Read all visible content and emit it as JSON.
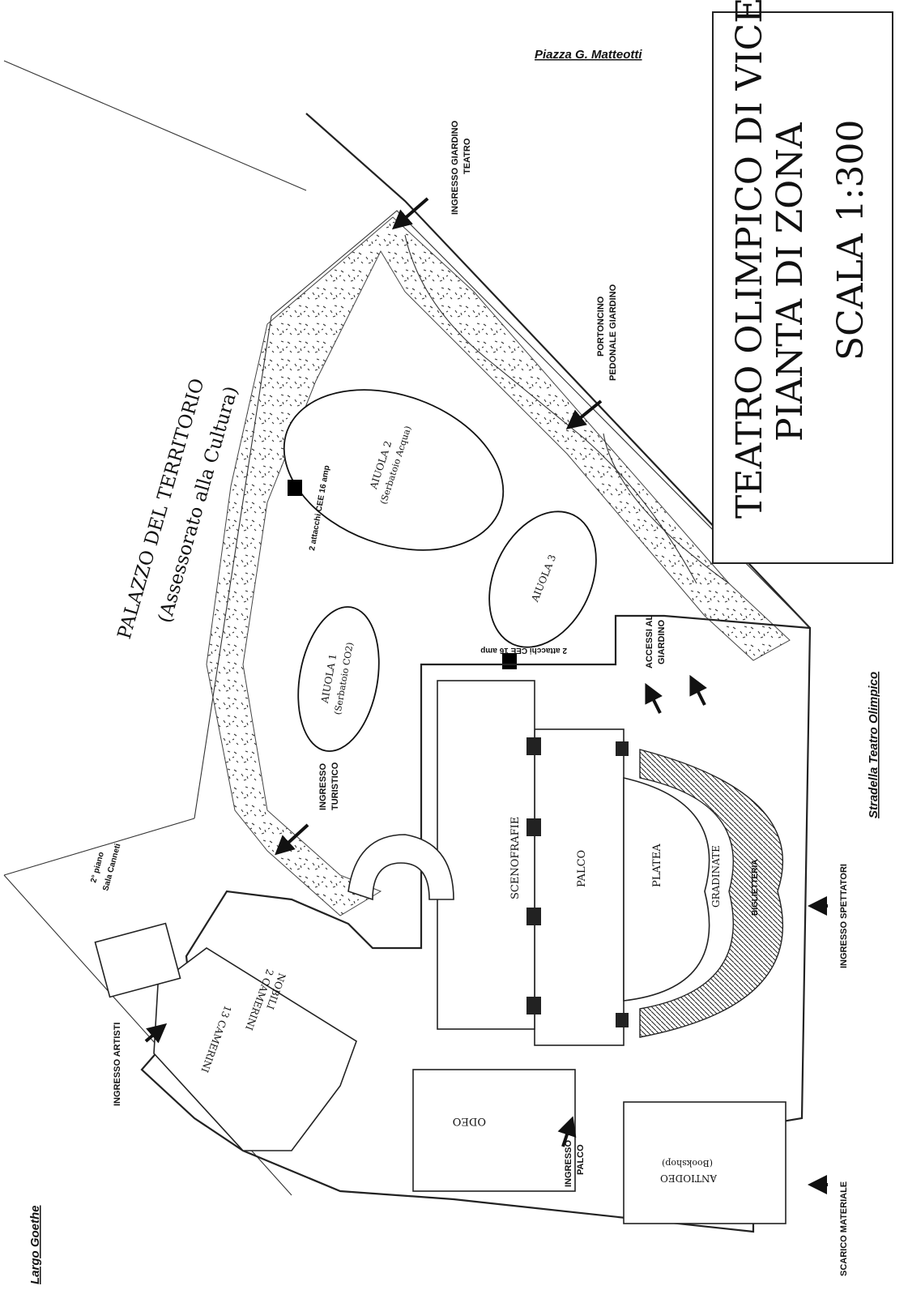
{
  "title_box": {
    "line1": "TEATRO OLIMPICO DI VICENZA",
    "line2": "PIANTA DI ZONA",
    "scale": "SCALA 1:300"
  },
  "streets": {
    "piazza": "Piazza G. Matteotti",
    "stradella": "Stradella Teatro Olimpico",
    "largo": "Largo Goethe"
  },
  "buildings": {
    "palazzo_line1": "PALAZZO DEL TERRITORIO",
    "palazzo_line2": "(Assessorato alla Cultura)"
  },
  "garden": {
    "aiuola1": "AIUOLA 1",
    "aiuola1_sub": "(Serbatoio CO2)",
    "aiuola2": "AIUOLA 2",
    "aiuola2_sub": "(Serbatoio Acqua)",
    "aiuola3": "AIUOLA 3",
    "power1": "2 attacchi CEE 16 amp",
    "power2": "2 attacchi CEE 16 amp"
  },
  "entrances": {
    "giardino_teatro_1": "INGRESSO GIARDINO",
    "giardino_teatro_2": "TEATRO",
    "portoncino_1": "PORTONCINO",
    "portoncino_2": "PEDONALE GIARDINO",
    "accessi_1": "ACCESSI AL",
    "accessi_2": "GIARDINO",
    "turistico_1": "INGRESSO",
    "turistico_2": "TURISTICO",
    "spettatori": "INGRESSO SPETTATORI",
    "artisti": "INGRESSO ARTISTI",
    "palco_1": "INGRESSO",
    "palco_2": "PALCO",
    "scarico": "SCARICO MATERIALE"
  },
  "rooms": {
    "scenofrafie": "SCENOFRAFIE",
    "palco": "PALCO",
    "platea": "PLATEA",
    "gradinate": "GRADINATE",
    "biglietteria": "BIGLIETTERIA",
    "camerini_nobili_1": "2 CAMERINI",
    "camerini_nobili_2": "NOBILI",
    "camerini_13": "13 CAMERINI",
    "odeo": "ODEO",
    "antiodeo": "ANTIODEO",
    "antiodeo_sub": "(Bookshop)",
    "sala_canneti_1": "2° piano",
    "sala_canneti_2": "Sala Canneti"
  }
}
